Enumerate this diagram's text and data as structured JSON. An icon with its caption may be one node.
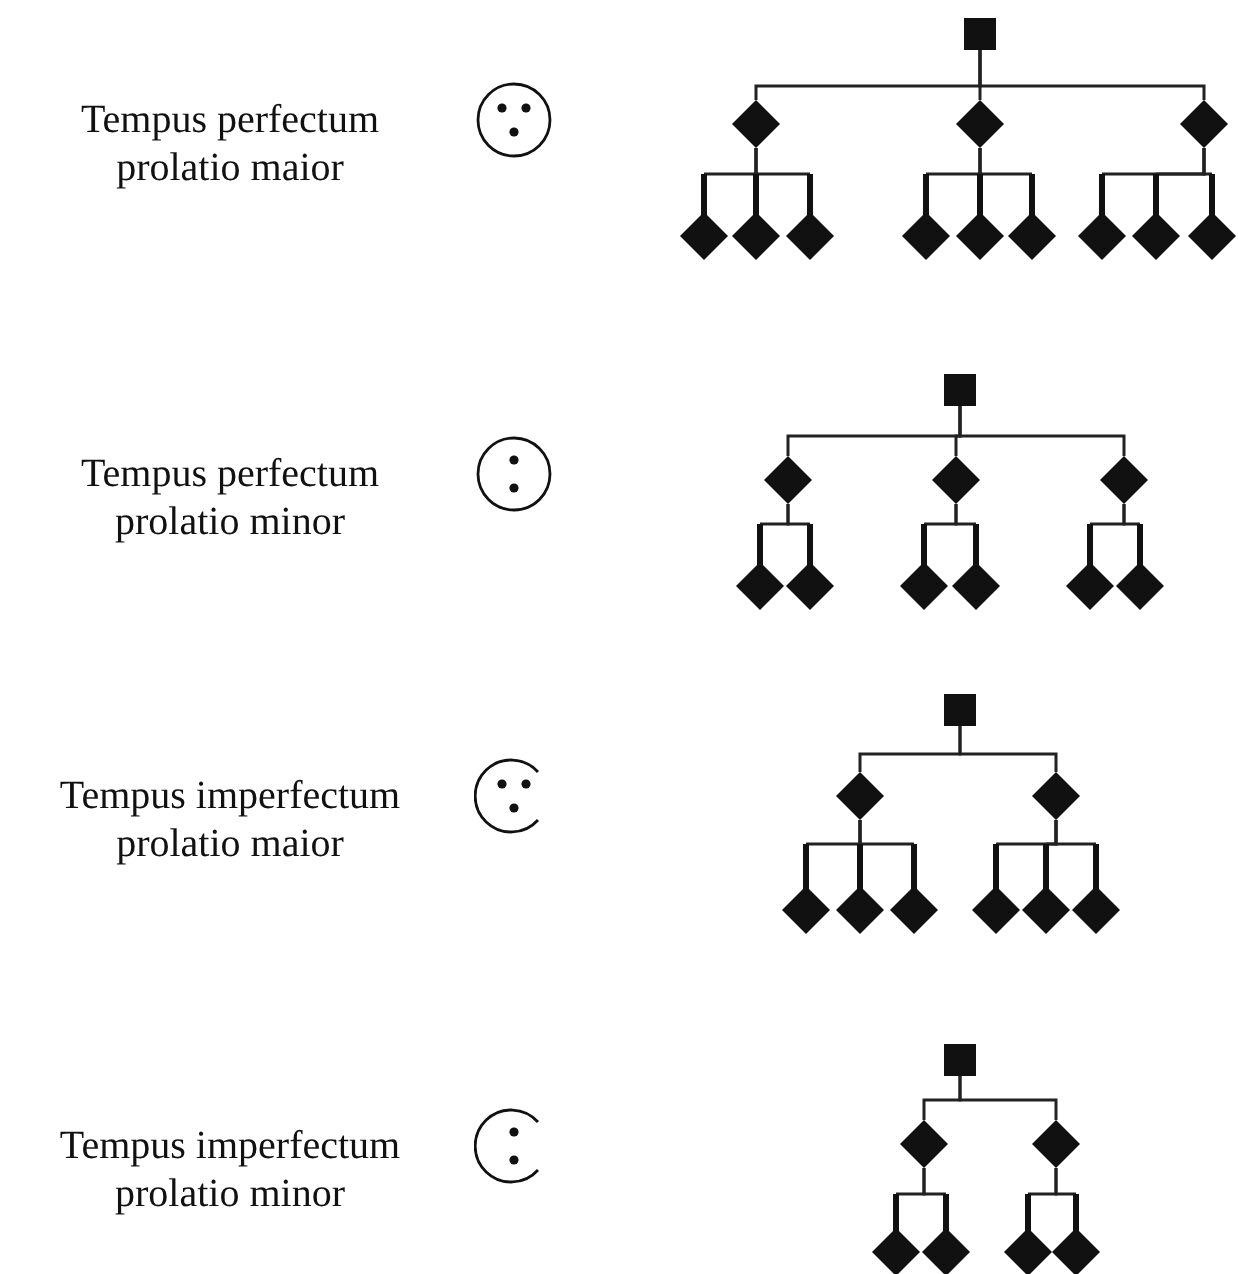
{
  "diagram": {
    "nodes": [
      {
        "text": [],
        "shape": "box"
      },
      {
        "text": [],
        "shape": "diamond"
      },
      {
        "text": [],
        "shape": "diamond"
      },
      {
        "text": [],
        "shape": "diamond"
      },
      {
        "text": [],
        "shape": "note"
      },
      {
        "text": [],
        "shape": "note"
      },
      {
        "text": [],
        "shape": "note"
      },
      {
        "text": [],
        "shape": "note"
      },
      {
        "text": [],
        "shape": "note"
      },
      {
        "text": [],
        "shape": "note"
      },
      {
        "text": [],
        "shape": "note"
      },
      {
        "text": [],
        "shape": "note"
      },
      {
        "text": [],
        "shape": "note"
      },
      {
        "text": [],
        "shape": "box"
      },
      {
        "text": [],
        "shape": "diamond"
      },
      {
        "text": [],
        "shape": "diamond"
      },
      {
        "text": [],
        "shape": "diamond"
      },
      {
        "text": [],
        "shape": "note"
      },
      {
        "text": [],
        "shape": "note"
      },
      {
        "text": [],
        "shape": "note"
      },
      {
        "text": [],
        "shape": "note"
      },
      {
        "text": [],
        "shape": "note"
      },
      {
        "text": [],
        "shape": "note"
      },
      {
        "text": [],
        "shape": "box"
      },
      {
        "text": [],
        "shape": "diamond"
      },
      {
        "text": [],
        "shape": "diamond"
      },
      {
        "text": [],
        "shape": "note"
      },
      {
        "text": [],
        "shape": "note"
      },
      {
        "text": [],
        "shape": "note"
      },
      {
        "text": [],
        "shape": "note"
      },
      {
        "text": [],
        "shape": "note"
      },
      {
        "text": [],
        "shape": "note"
      },
      {
        "text": [],
        "shape": "box"
      },
      {
        "text": [],
        "shape": "diamond"
      },
      {
        "text": [],
        "shape": "diamond"
      },
      {
        "text": [],
        "shape": "note"
      },
      {
        "text": [],
        "shape": "note"
      },
      {
        "text": [],
        "shape": "note"
      },
      {
        "text": [],
        "shape": "note"
      }
    ],
    "edges": [
      {
        "from": 0,
        "to": 1,
        "arrow": "none"
      },
      {
        "from": 0,
        "to": 2,
        "arrow": "none"
      },
      {
        "from": 0,
        "to": 3,
        "arrow": "none"
      },
      {
        "from": 1,
        "to": 4,
        "arrow": "none"
      },
      {
        "from": 1,
        "to": 5,
        "arrow": "none"
      },
      {
        "from": 1,
        "to": 6,
        "arrow": "none"
      },
      {
        "from": 2,
        "to": 7,
        "arrow": "none"
      },
      {
        "from": 2,
        "to": 8,
        "arrow": "none"
      },
      {
        "from": 2,
        "to": 9,
        "arrow": "none"
      },
      {
        "from": 3,
        "to": 10,
        "arrow": "none"
      },
      {
        "from": 3,
        "to": 11,
        "arrow": "none"
      },
      {
        "from": 3,
        "to": 12,
        "arrow": "none"
      },
      {
        "from": 13,
        "to": 14,
        "arrow": "none"
      },
      {
        "from": 13,
        "to": 15,
        "arrow": "none"
      },
      {
        "from": 13,
        "to": 16,
        "arrow": "none"
      },
      {
        "from": 14,
        "to": 17,
        "arrow": "none"
      },
      {
        "from": 14,
        "to": 18,
        "arrow": "none"
      },
      {
        "from": 15,
        "to": 19,
        "arrow": "none"
      },
      {
        "from": 15,
        "to": 20,
        "arrow": "none"
      },
      {
        "from": 16,
        "to": 21,
        "arrow": "none"
      },
      {
        "from": 16,
        "to": 22,
        "arrow": "none"
      },
      {
        "from": 23,
        "to": 24,
        "arrow": "none"
      },
      {
        "from": 23,
        "to": 25,
        "arrow": "none"
      },
      {
        "from": 24,
        "to": 26,
        "arrow": "none"
      },
      {
        "from": 24,
        "to": 27,
        "arrow": "none"
      },
      {
        "from": 24,
        "to": 28,
        "arrow": "none"
      },
      {
        "from": 25,
        "to": 29,
        "arrow": "none"
      },
      {
        "from": 25,
        "to": 30,
        "arrow": "none"
      },
      {
        "from": 25,
        "to": 31,
        "arrow": "none"
      },
      {
        "from": 32,
        "to": 33,
        "arrow": "none"
      },
      {
        "from": 32,
        "to": 34,
        "arrow": "none"
      },
      {
        "from": 33,
        "to": 35,
        "arrow": "none"
      },
      {
        "from": 33,
        "to": 36,
        "arrow": "none"
      },
      {
        "from": 34,
        "to": 37,
        "arrow": "none"
      },
      {
        "from": 34,
        "to": 38,
        "arrow": "none"
      }
    ],
    "labels": [
      "Tempus perfectum prolatio maior",
      "Tempus perfectum prolatio minor",
      "Tempus imperfectum prolatio maior",
      "Tempus imperfectum prolatio minor"
    ]
  }
}
